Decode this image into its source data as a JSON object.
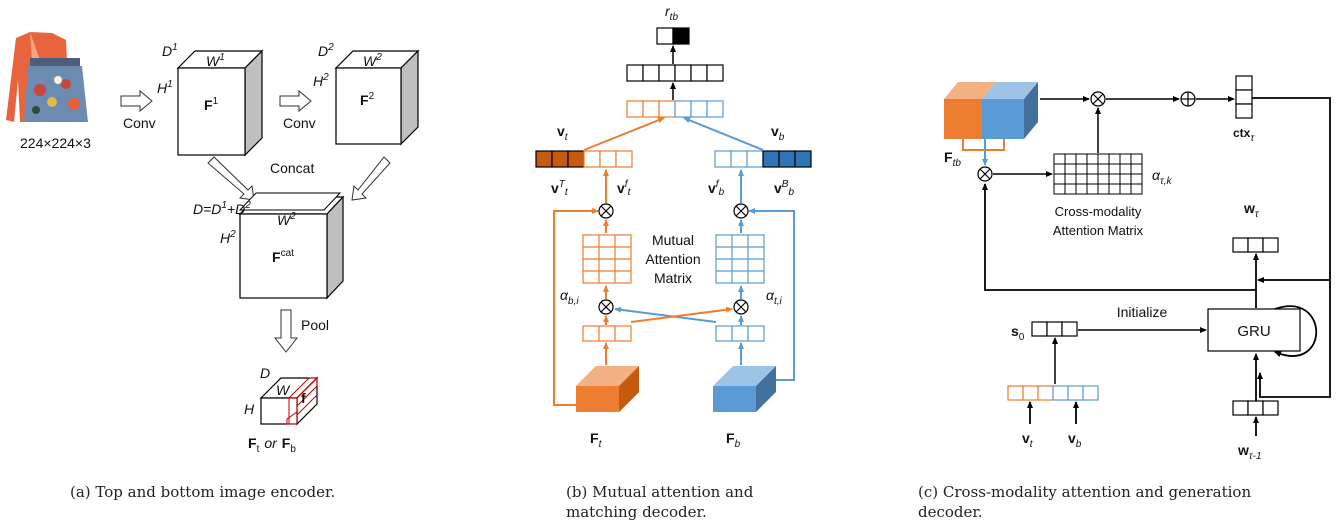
{
  "panel_a": {
    "input_size": "224×224×3",
    "conv1": "Conv",
    "conv2": "Conv",
    "concat": "Concat",
    "pool": "Pool",
    "d1": "D",
    "d1_sup": "1",
    "w1": "W",
    "w1_sup": "1",
    "h1": "H",
    "h1_sup": "1",
    "f1": "F",
    "f1_sup": "1",
    "d2": "D",
    "d2_sup": "2",
    "w2": "W",
    "w2_sup": "2",
    "h2": "H",
    "h2_sup": "2",
    "f2": "F",
    "f2_sup": "2",
    "dcat": "D=D",
    "dcat_sup1": "1",
    "dcat_plus": "+D",
    "dcat_sup2": "2",
    "wcat": "W",
    "wcat_sup": "2",
    "hcat": "H",
    "hcat_sup": "2",
    "fcat": "F",
    "fcat_sup": "cat",
    "d": "D",
    "w": "W",
    "h": "H",
    "f": "f",
    "out_ft": "F",
    "out_ft_sub": "t",
    "out_or": "or",
    "out_fb": "F",
    "out_fb_sub": "b",
    "caption": "(a)  Top and bottom image encoder."
  },
  "panel_b": {
    "r_tb": "r",
    "r_tb_sub": "tb",
    "v_t": "v",
    "v_t_sub": "t",
    "v_b": "v",
    "v_b_sub": "b",
    "vTt": "v",
    "vTt_sup": "T",
    "vTt_sub": "t",
    "vft": "v",
    "vft_sup": "f",
    "vft_sub": "t",
    "vfb": "v",
    "vfb_sup": "f",
    "vfb_sub": "b",
    "vBb": "v",
    "vBb_sup": "B",
    "vBb_sub": "b",
    "mutual_1": "Mutual",
    "mutual_2": "Attention",
    "mutual_3": "Matrix",
    "alpha_bi": "α",
    "alpha_bi_sub": "b,i",
    "alpha_ti": "α",
    "alpha_ti_sub": "t,i",
    "F_t": "F",
    "F_t_sub": "t",
    "F_b": "F",
    "F_b_sub": "b",
    "caption_1": "(b)   Mutual     attention     and",
    "caption_2": "matching decoder."
  },
  "panel_c": {
    "F_tb": "F",
    "F_tb_sub": "tb",
    "ctx": "ctx",
    "ctx_sub": "τ",
    "alpha": "α",
    "alpha_sub": "τ,k",
    "cm_1": "Cross-modality",
    "cm_2": "Attention Matrix",
    "w_tau": "w",
    "w_tau_sub": "τ",
    "initialize": "Initialize",
    "s0": "s",
    "s0_sub": "0",
    "gru": "GRU",
    "v_t": "v",
    "v_t_sub": "t",
    "v_b": "v",
    "v_b_sub": "b",
    "w_prev": "w",
    "w_prev_sub": "τ-1",
    "caption_1": "(c)  Cross-modality attention and generation",
    "caption_2": "decoder."
  },
  "colors": {
    "orange": "#ed7d31",
    "blue": "#5b9bd5",
    "dark": "#000000",
    "orange_dark": "#c55a11",
    "blue_dark": "#41719c"
  }
}
